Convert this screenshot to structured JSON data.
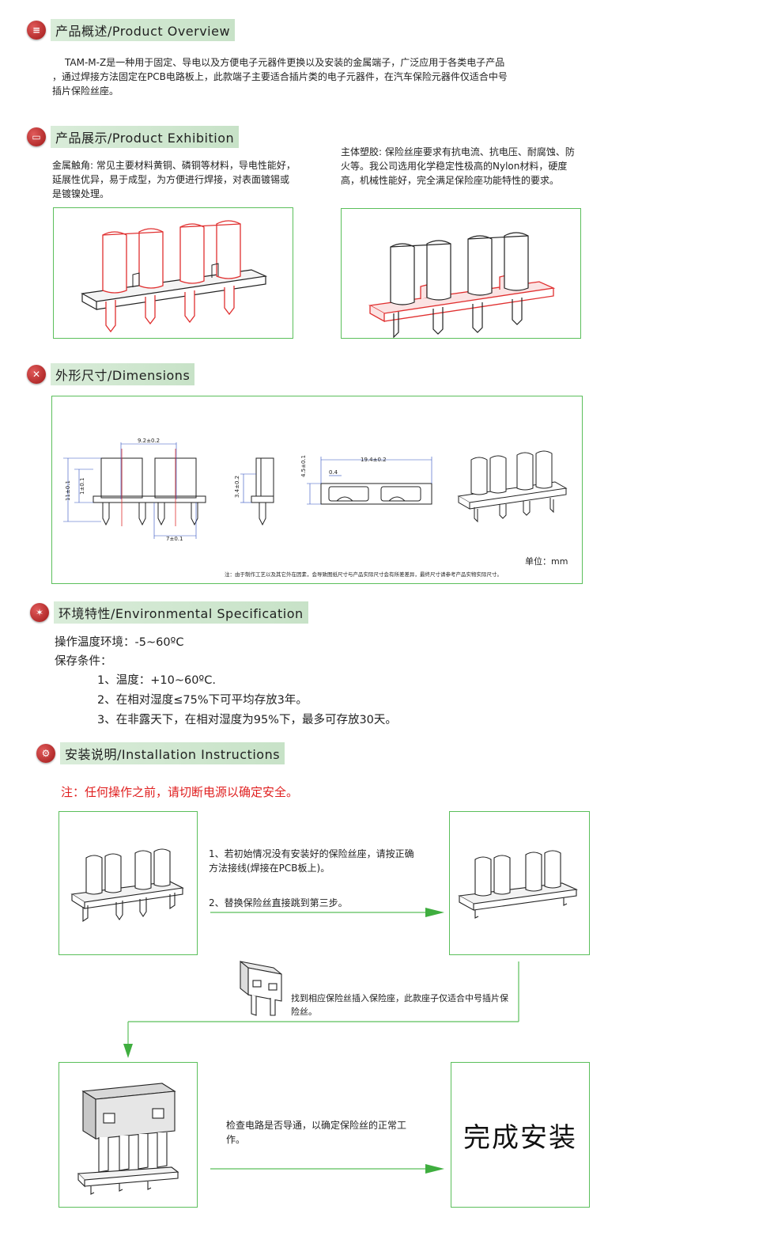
{
  "overview": {
    "title": "产品概述/Product Overview",
    "line1": "TAM-M-Z是一种用于固定、导电以及方便电子元器件更换以及安装的金属端子，广泛应用于各类电子产品",
    "line2": "，通过焊接方法固定在PCB电路板上，此款端子主要适合插片类的电子元器件，在汽车保险元器件仅适合中号",
    "line3": "插片保险丝座。"
  },
  "exhibition": {
    "title": "产品展示/Product Exhibition",
    "metal_text": "金属触角: 常见主要材料黄铜、磷铜等材料，导电性能好，延展性优异，易于成型，为方便进行焊接，对表面镀锡或是镀镍处理。",
    "plastic_text": "主体塑胶: 保险丝座要求有抗电流、抗电压、耐腐蚀、防火等。我公司选用化学稳定性极高的Nylon材料，硬度高，机械性能好，完全满足保险座功能特性的要求。"
  },
  "dimensions": {
    "title": "外形尺寸/Dimensions",
    "dim_top": "9.2±0.2",
    "dim_bottom": "7±0.1",
    "dim_h1": "11±0.1",
    "dim_h2": "1±0.1",
    "dim_side": "3.4±0.2",
    "dim_len": "19.4±0.2",
    "dim_thk": "4.5±0.1",
    "dim_gap": "0.4",
    "unit": "单位：mm",
    "note": "注：由于制作工艺以及其它外在因素，会导致图纸尺寸与产品实际尺寸会有所差差异，最终尺寸请参考产品实物实际尺寸。"
  },
  "environment": {
    "title": "环境特性/Environmental Specification",
    "operating": "操作温度环境：-5~60ºC",
    "storage": "保存条件：",
    "item1": "1、温度：+10~60ºC.",
    "item2": "2、在相对湿度≤75%下可平均存放3年。",
    "item3": "3、在非露天下，在相对湿度为95%下，最多可存放30天。"
  },
  "installation": {
    "title": "安装说明/Installation Instructions",
    "warning": "注：任何操作之前，请切断电源以确定安全。",
    "step1a": "1、若初始情况没有安装好的保险丝座，请按正确方法接线(焊接在PCB板上)。",
    "step1b": "2、替换保险丝直接跳到第三步。",
    "step2": "找到相应保险丝插入保险座，此款座子仅适合中号插片保险丝。",
    "step3": "检查电路是否导通，以确定保险丝的正常工作。",
    "done": "完成安装"
  },
  "colors": {
    "accent_green": "#5bbf5b",
    "warning_red": "#e02020",
    "highlight_red": "#e03030"
  }
}
